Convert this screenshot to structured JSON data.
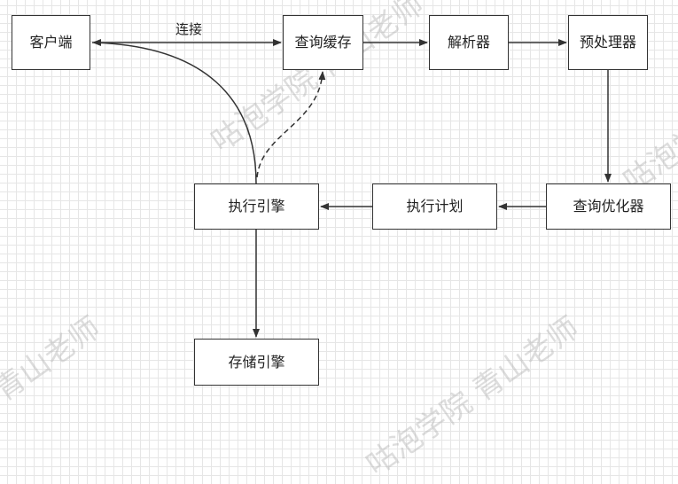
{
  "nodes": {
    "client": "客户端",
    "query_cache": "查询缓存",
    "parser": "解析器",
    "preprocessor": "预处理器",
    "optimizer": "查询优化器",
    "execution_plan": "执行计划",
    "execution_engine": "执行引擎",
    "storage_engine": "存储引擎"
  },
  "edges": {
    "connect_label": "连接"
  },
  "watermark": "咕泡学院 青山老师"
}
